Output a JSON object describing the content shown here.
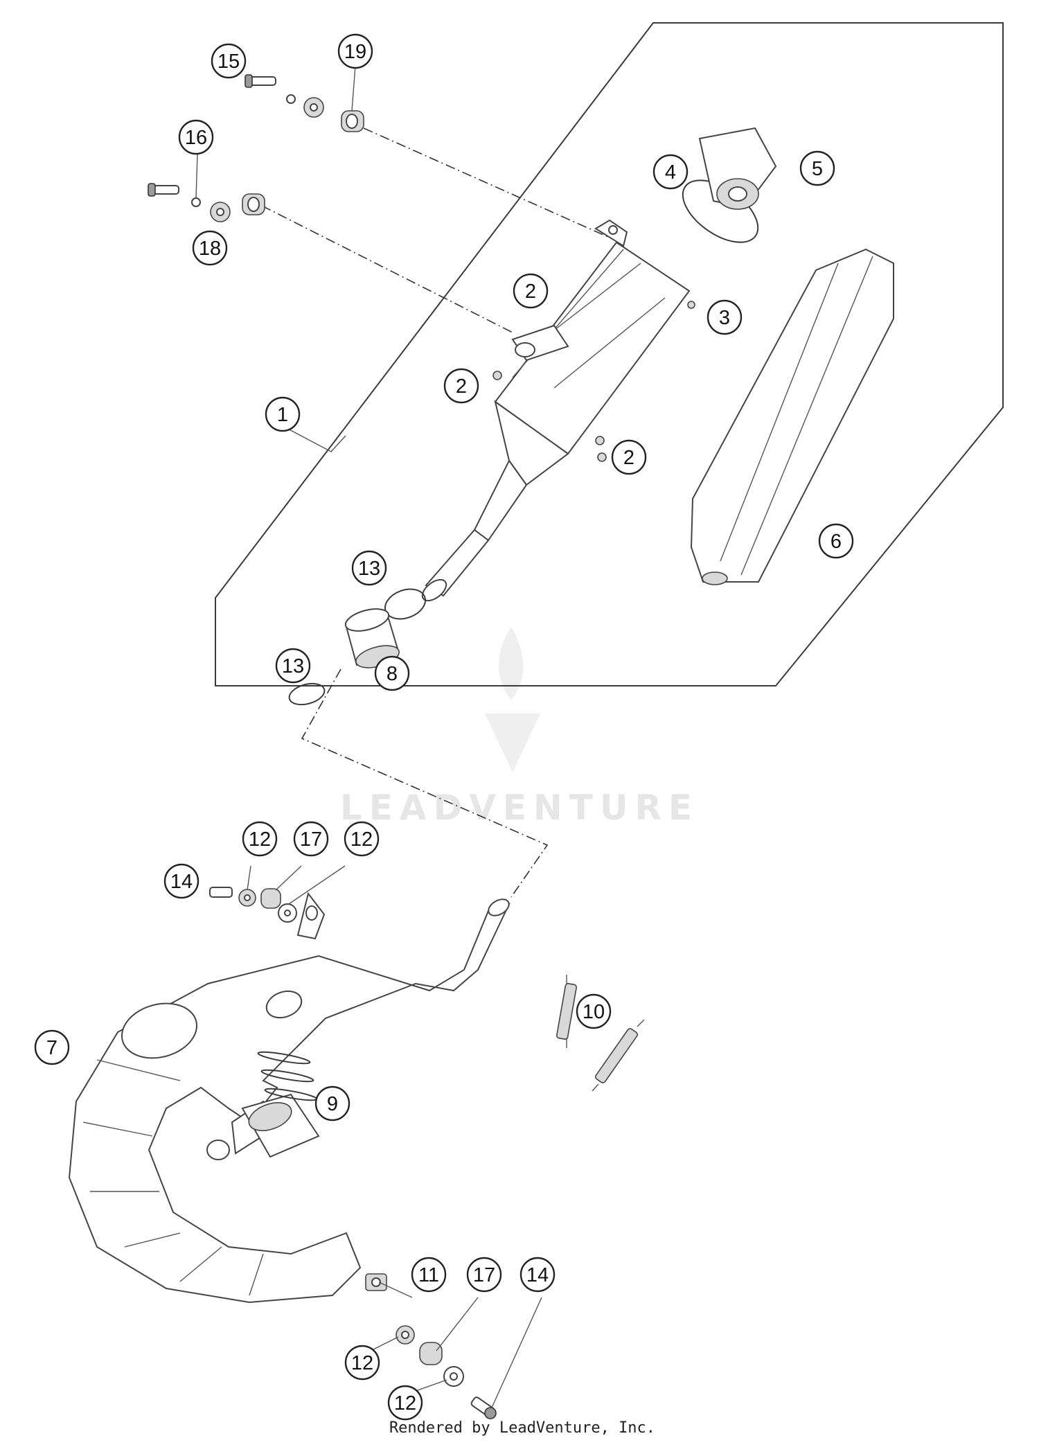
{
  "diagram": {
    "callouts": [
      {
        "id": "c15",
        "label": "15"
      },
      {
        "id": "c19",
        "label": "19"
      },
      {
        "id": "c16",
        "label": "16"
      },
      {
        "id": "c18",
        "label": "18"
      },
      {
        "id": "c4",
        "label": "4"
      },
      {
        "id": "c5",
        "label": "5"
      },
      {
        "id": "c2a",
        "label": "2"
      },
      {
        "id": "c3",
        "label": "3"
      },
      {
        "id": "c2b",
        "label": "2"
      },
      {
        "id": "c2c",
        "label": "2"
      },
      {
        "id": "c1",
        "label": "1"
      },
      {
        "id": "c6",
        "label": "6"
      },
      {
        "id": "c13a",
        "label": "13"
      },
      {
        "id": "c13b",
        "label": "13"
      },
      {
        "id": "c8",
        "label": "8"
      },
      {
        "id": "c12a",
        "label": "12"
      },
      {
        "id": "c17a",
        "label": "17"
      },
      {
        "id": "c12b",
        "label": "12"
      },
      {
        "id": "c14a",
        "label": "14"
      },
      {
        "id": "c10",
        "label": "10"
      },
      {
        "id": "c7",
        "label": "7"
      },
      {
        "id": "c9",
        "label": "9"
      },
      {
        "id": "c11",
        "label": "11"
      },
      {
        "id": "c17b",
        "label": "17"
      },
      {
        "id": "c14b",
        "label": "14"
      },
      {
        "id": "c12c",
        "label": "12"
      },
      {
        "id": "c12d",
        "label": "12"
      }
    ]
  },
  "watermark": {
    "text": "LEADVENTURE"
  },
  "footer": {
    "text": "Rendered by LeadVenture, Inc."
  }
}
